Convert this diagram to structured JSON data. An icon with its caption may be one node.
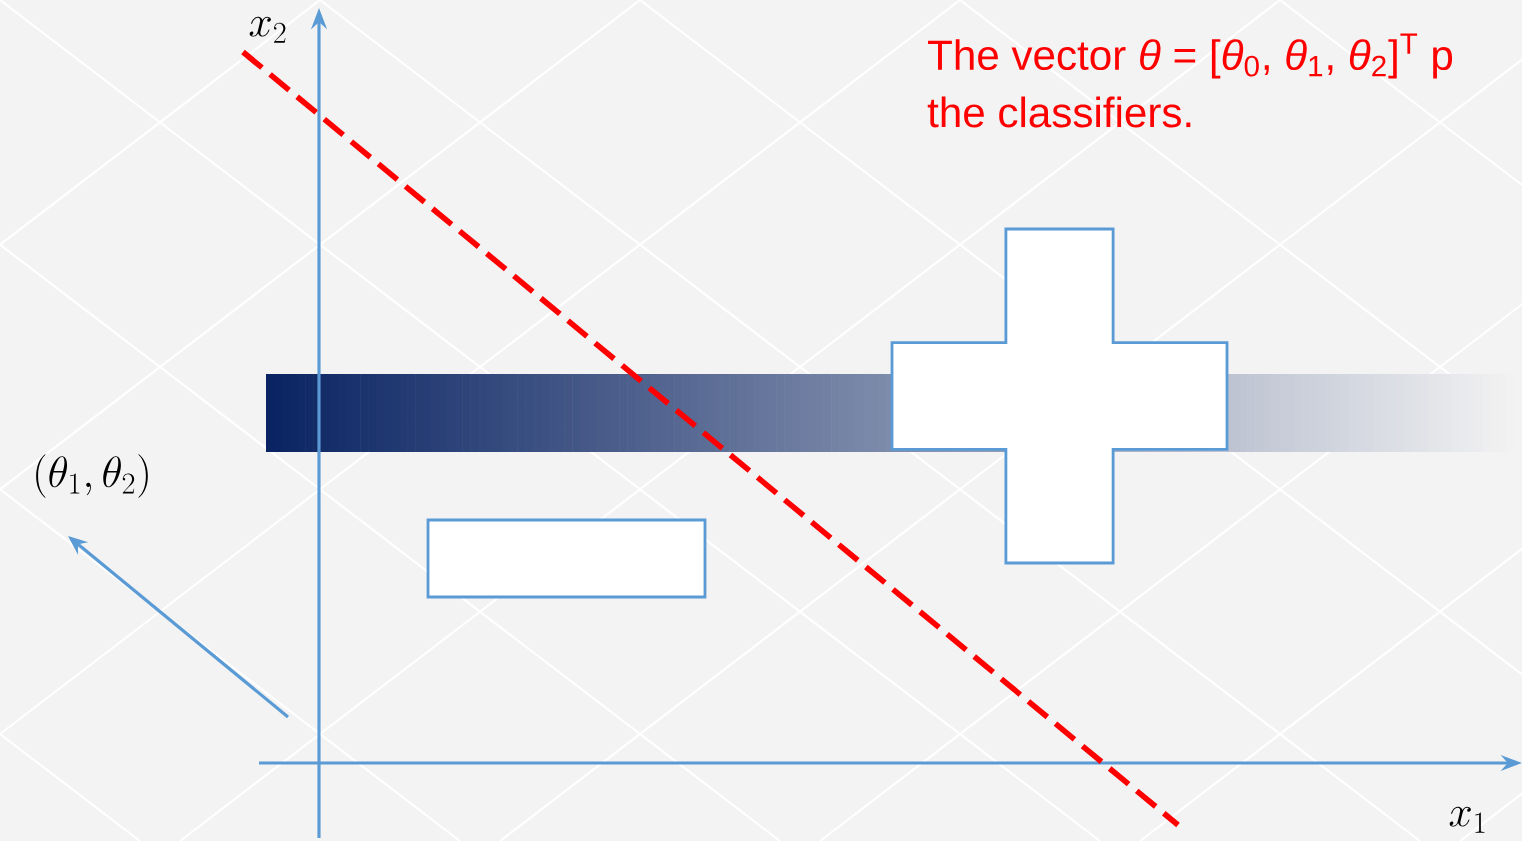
{
  "diagram": {
    "nodes": [
      {
        "text": [],
        "shape": "bar"
      },
      {
        "text": [],
        "shape": "plus"
      },
      {
        "text": [],
        "shape": "box"
      }
    ],
    "labels": [
      "x_2",
      "The vector *θ* = [*θ*$_{0}$, *θ*$_{1}$, *θ*$_{2}$]$^{T}$ p",
      "the classifiers.",
      "(\\theta_1,\\theta_2)",
      "x_1"
    ]
  }
}
